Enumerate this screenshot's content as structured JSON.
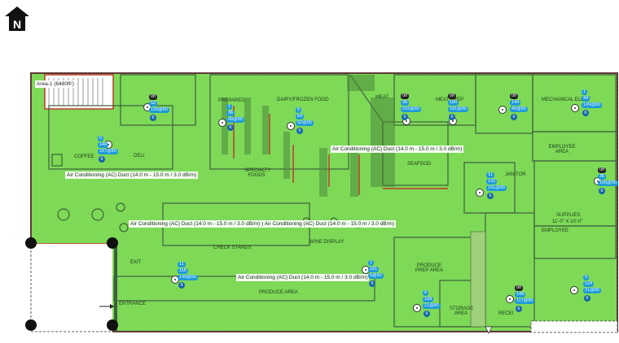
{
  "north_label": "N",
  "area_label": "Area-1 (6480ft²)",
  "rooms": {
    "prepared": "PREPARED",
    "dairy": "DAIRY/FROZEN FOOD",
    "meat": "MEAT",
    "meat_prep": "MEAT PREP",
    "mech_elec": "MECHANICAL ELECT",
    "coffee": "COFFEE",
    "deli": "DELI",
    "specialty": "SPECIALTY FOODS",
    "seafood": "SEAFOOD",
    "employee_area": "EMPLOYEE AREA",
    "janitor": "JANITOR",
    "supplies": "SUPPLIES",
    "supplies_dim": "11'-0\" X 10'-0\"",
    "wine": "WINE DISPLAY",
    "check_stands": "CHECK STANDS",
    "produce_prep": "PRODUCE PREP AREA",
    "produce_area": "PRODUCE AREA",
    "storage": "STORAGE AREA",
    "receiving": "RECEI",
    "exit": "EXIT",
    "entrance": "ENTRANCE",
    "employee": "EMPLOYEE"
  },
  "ducts": [
    "Air Conditioning (AC) Duct (14.0 m - 15.0 m / 3.0 dB/m)",
    "Air Conditioning (AC) Duct (14.0 m - 15.0 m / 3.0 dB/m)",
    "Air Conditioning (AC) Duct (14.0 m - 15.0 m / 3.0 dB/m) ) Air Conditioning (AC) Duct (14.0 m - 15.0 m / 3.0 dB/m)",
    "Air Conditioning (AC) Duct (14.0 m - 15.0 m / 3.0 dB/m)"
  ],
  "access_points": [
    {
      "name": "ap-prepared",
      "top": "0ff",
      "ch": "52",
      "band": "130@80",
      "count": "6"
    },
    {
      "name": "ap-dairy-left",
      "top": "1",
      "ch": "36",
      "band": "68@80",
      "count": "6"
    },
    {
      "name": "ap-dairy-right",
      "top": "5",
      "ch": "64",
      "band": "52@80",
      "count": "6"
    },
    {
      "name": "ap-coffee",
      "top": "6",
      "ch": "140",
      "band": "157@80",
      "count": "6"
    },
    {
      "name": "ap-meat",
      "top": "0ff",
      "ch": "36",
      "band": "215@80",
      "count": "6"
    },
    {
      "name": "ap-meat-prep",
      "top": "0ff",
      "ch": "100",
      "band": "181@80",
      "count": "6"
    },
    {
      "name": "ap-mech-left",
      "top": "0ff",
      "ch": "144",
      "band": "45@80",
      "count": "6"
    },
    {
      "name": "ap-mech-right",
      "top": "1",
      "ch": "44",
      "band": "149@80",
      "count": "6"
    },
    {
      "name": "ap-janitor",
      "top": "11",
      "ch": "132",
      "band": "101@80",
      "count": "6"
    },
    {
      "name": "ap-supplies",
      "top": "0ff",
      "ch": "36",
      "band": "160@80",
      "count": "6"
    },
    {
      "name": "ap-produce-area",
      "top": "11",
      "ch": "116",
      "band": "149@80",
      "count": "6"
    },
    {
      "name": "ap-produce-prep",
      "top": "1",
      "ch": "161",
      "band": "6@80",
      "count": "6"
    },
    {
      "name": "ap-storage",
      "top": "6",
      "ch": "108",
      "band": "21@80",
      "count": "6"
    },
    {
      "name": "ap-receiving",
      "top": "0ff",
      "ch": "149",
      "band": "117@80",
      "count": "6"
    },
    {
      "name": "ap-employee-bottom",
      "top": "9",
      "ch": "124",
      "band": "21@80",
      "count": "6"
    }
  ]
}
